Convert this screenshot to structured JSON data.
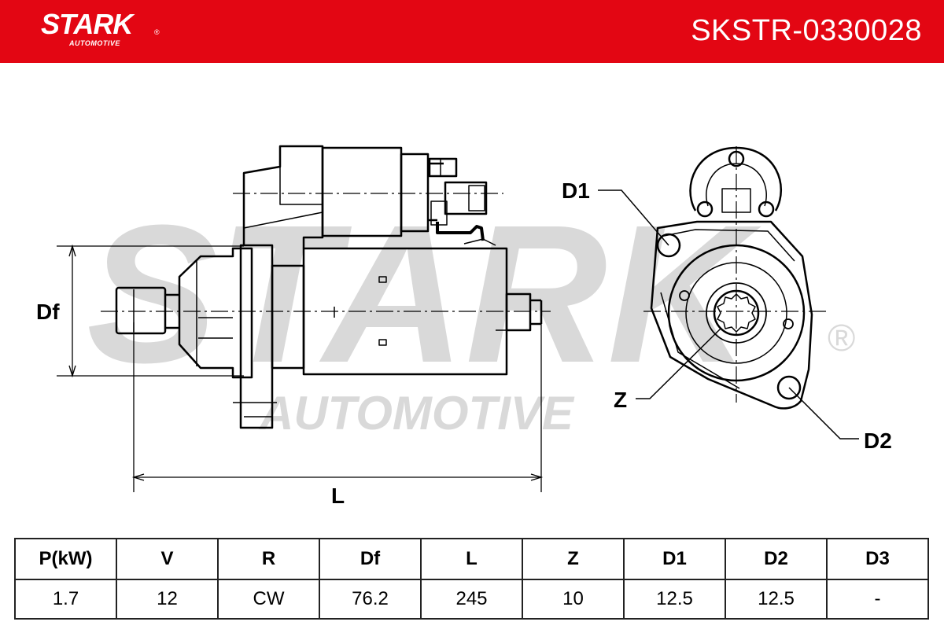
{
  "header": {
    "brand": "STARK",
    "brand_sub": "AUTOMOTIVE",
    "brand_reg": "®",
    "part_number": "SKSTR-0330028",
    "color": "#e30613"
  },
  "drawing": {
    "watermark_main": "STARK",
    "watermark_sub": "AUTOMOTIVE",
    "watermark_reg": "®",
    "labels": {
      "df": "Df",
      "l": "L",
      "d1": "D1",
      "z": "Z",
      "d2": "D2"
    }
  },
  "specs": {
    "headers": [
      "P(kW)",
      "V",
      "R",
      "Df",
      "L",
      "Z",
      "D1",
      "D2",
      "D3"
    ],
    "values": [
      "1.7",
      "12",
      "CW",
      "76.2",
      "245",
      "10",
      "12.5",
      "12.5",
      "-"
    ]
  }
}
